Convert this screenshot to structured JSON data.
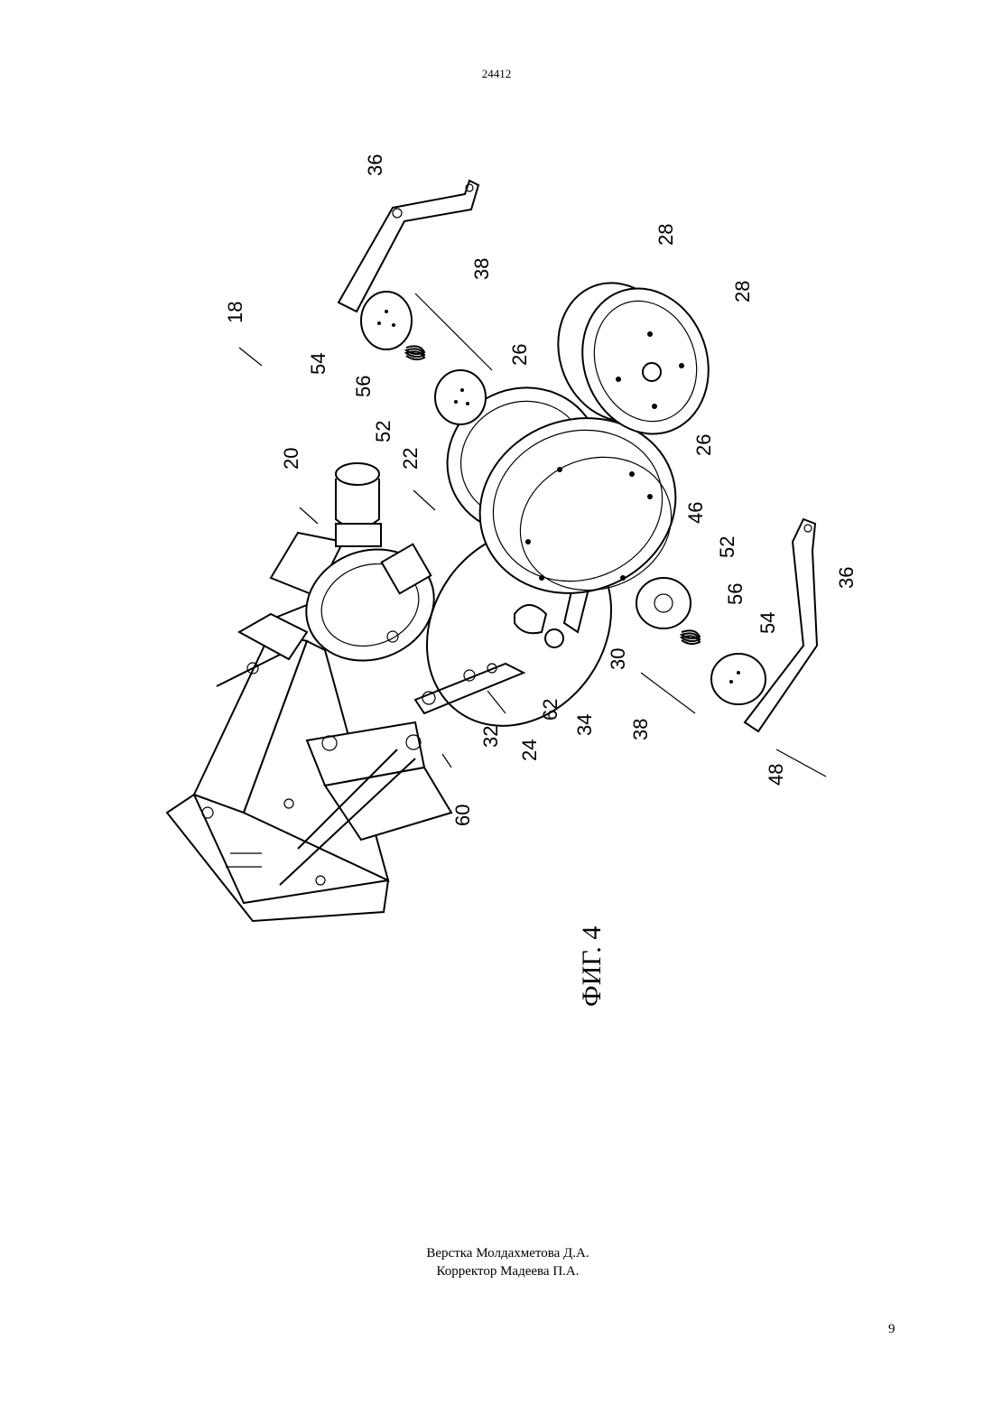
{
  "header": {
    "doc_number": "24412"
  },
  "figure": {
    "caption": "ФИГ. 4",
    "labels": {
      "l18": "18",
      "l20": "20",
      "l22": "22",
      "l24": "24",
      "l26a": "26",
      "l26b": "26",
      "l28a": "28",
      "l28b": "28",
      "l30": "30",
      "l32": "32",
      "l34": "34",
      "l36a": "36",
      "l36b": "36",
      "l38a": "38",
      "l38b": "38",
      "l46": "46",
      "l48": "48",
      "l52a": "52",
      "l52b": "52",
      "l54a": "54",
      "l54b": "54",
      "l56a": "56",
      "l56b": "56",
      "l60": "60",
      "l62": "62"
    }
  },
  "footer": {
    "layout_credit": "Верстка Молдахметова Д.А.",
    "proof_credit": "Корректор Мадеева П.А.",
    "page_number": "9"
  }
}
